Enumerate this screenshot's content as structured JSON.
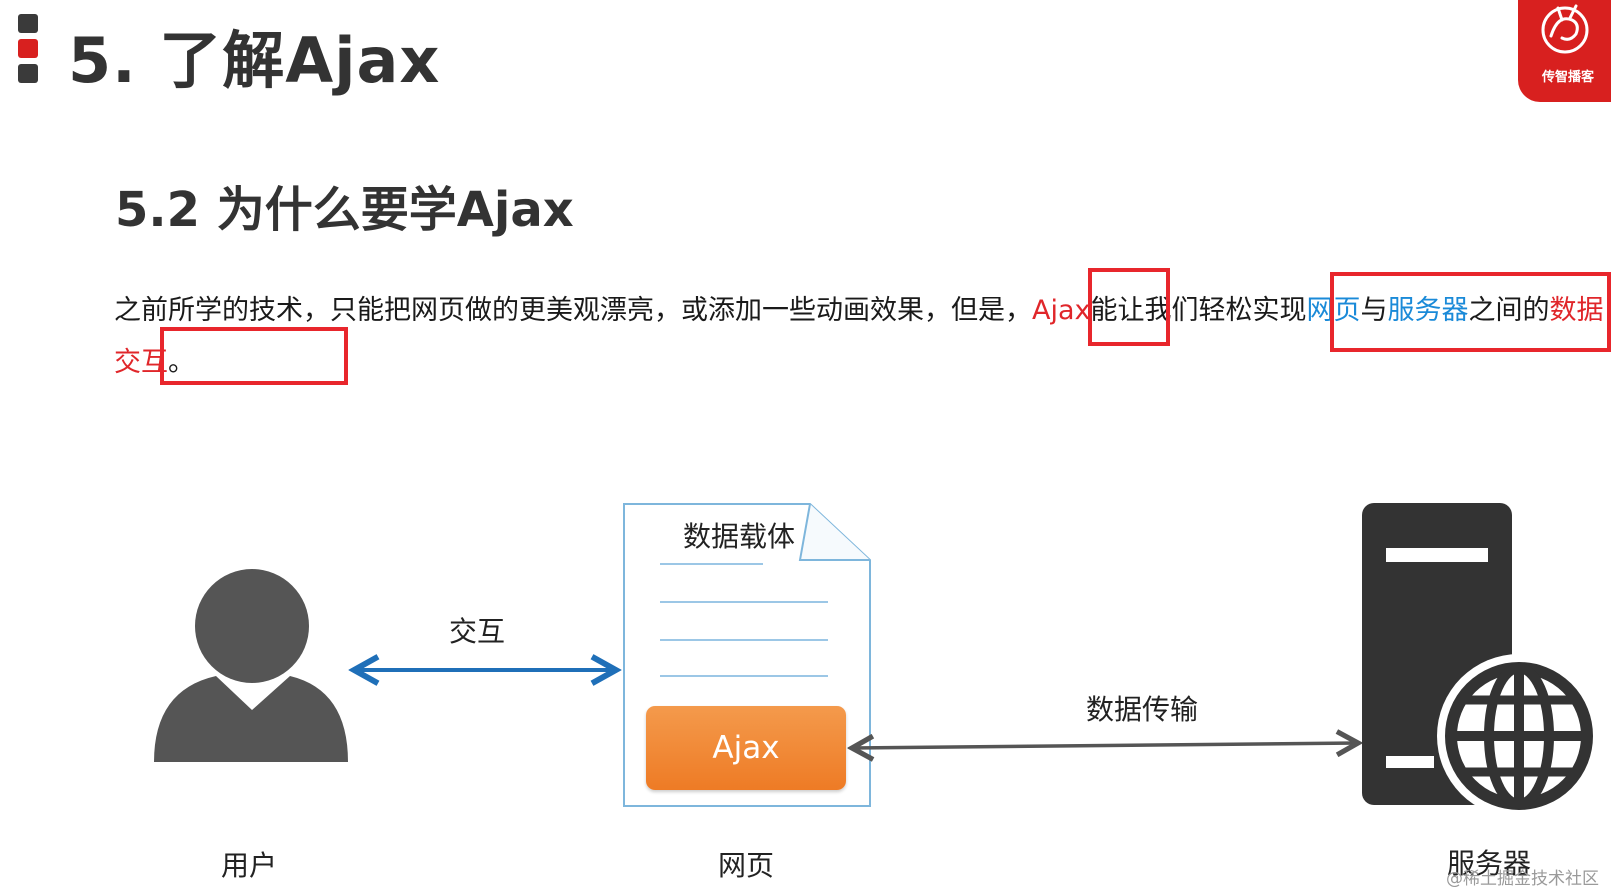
{
  "header": {
    "title": "5. 了解Ajax",
    "logo_text": "传智播客"
  },
  "section": {
    "subtitle": "5.2 为什么要学Ajax"
  },
  "paragraph": {
    "part1": "之前所学的技术，只能把网页做的更美观漂亮，或添加一些动画效果，但是，",
    "ajax": "Ajax",
    "part2": "能让我们轻松实现",
    "webpage": "网页",
    "and": "与",
    "server": "服务器",
    "part3": "之间的",
    "data_exchange": "数据交互",
    "end": "。"
  },
  "diagram": {
    "interaction_label": "交互",
    "doc_title": "数据载体",
    "ajax_label": "Ajax",
    "transfer_label": "数据传输",
    "user_label": "用户",
    "webpage_label": "网页",
    "server_label": "服务器"
  },
  "watermark": "@稀土掘金技术社区",
  "colors": {
    "highlight_red": "#e0262a",
    "highlight_blue": "#1a8ad8",
    "box_red": "#e8262c",
    "arrow_blue": "#1f6fb8",
    "ajax_orange": "#ee7b25",
    "logo_red": "#d8201f"
  }
}
